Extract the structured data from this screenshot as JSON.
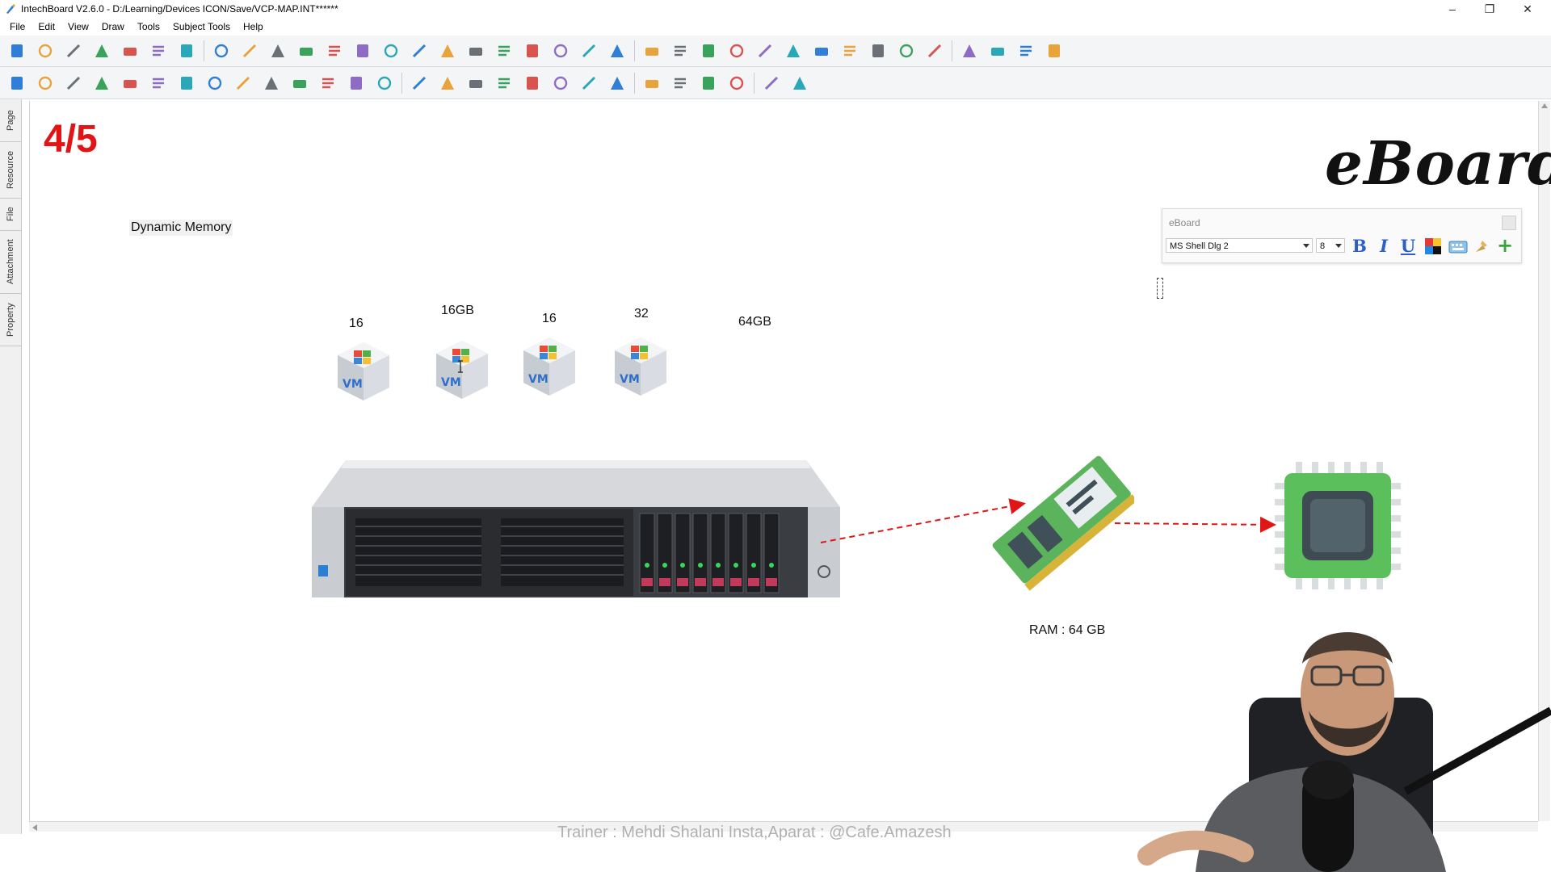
{
  "window": {
    "title": "IntechBoard V2.6.0 - D:/Learning/Devices ICON/Save/VCP-MAP.INT******",
    "controls": [
      "–",
      "❐",
      "✕"
    ]
  },
  "menu": [
    "File",
    "Edit",
    "View",
    "Draw",
    "Tools",
    "Subject Tools",
    "Help"
  ],
  "toolbar_row1": [
    "new-page-icon",
    "add-page-icon",
    "open-folder-icon",
    "save-icon",
    "print-icon",
    "email-icon",
    "export-icon",
    "undo-icon",
    "redo-icon",
    "cut-icon",
    "copy-icon",
    "paste-icon",
    "paste-special-icon",
    "delete-icon",
    "duplicate-icon",
    "group-icon",
    "zoom-out-icon",
    "zoom-in-icon",
    "move-up-icon",
    "move-down-icon",
    "arrow-up-icon",
    "arrow-down-icon",
    "screen-icon",
    "hand-icon",
    "camera-icon",
    "film-icon",
    "pen-icon",
    "monitor-icon",
    "network-icon",
    "share-icon",
    "import-icon",
    "box-icon",
    "calculator-icon",
    "webcam-icon",
    "media-icon",
    "laser-icon",
    "crane-icon"
  ],
  "toolbar_row2": [
    "select-icon",
    "pencil-icon",
    "eraser-icon",
    "line-icon",
    "red-pen-icon",
    "marker-icon",
    "highlighter-icon",
    "brush-icon",
    "fill-icon",
    "lasso-icon",
    "shape-icon",
    "keyboard-icon",
    "rectangle-icon",
    "3d-box-icon",
    "triangle-icon",
    "ruler-icon",
    "protractor-icon",
    "compass-icon",
    "chalk-icon",
    "pointer-icon",
    "axis-icon",
    "sqrt-icon",
    "blocks-icon",
    "flask-icon",
    "gauge-icon",
    "balance-icon",
    "bar-chart-icon",
    "graph-icon"
  ],
  "sidetabs": [
    "Page",
    "Resource",
    "File",
    "Attachment",
    "Property"
  ],
  "slide": {
    "page_number": "4/5",
    "logo": "eBoard",
    "doc_label": "Dynamic Memory",
    "vm_labels": [
      "16",
      "16GB",
      "16",
      "32",
      "64GB"
    ],
    "vm_icon_text": "VM",
    "ram_label": "RAM : 64 GB",
    "footer": "Trainer : Mehdi Shalani     Insta,Aparat : @Cafe.Amazesh"
  },
  "format_panel": {
    "text": "eBoard",
    "font": "MS Shell Dlg 2",
    "size": "8",
    "bold": "B",
    "italic": "I",
    "underline": "U",
    "add": "+"
  },
  "colors": {
    "accent_red": "#e11515",
    "arrow_red": "#e11515",
    "chip_green": "#5bbf5b",
    "ram_green": "#5bb35b"
  }
}
